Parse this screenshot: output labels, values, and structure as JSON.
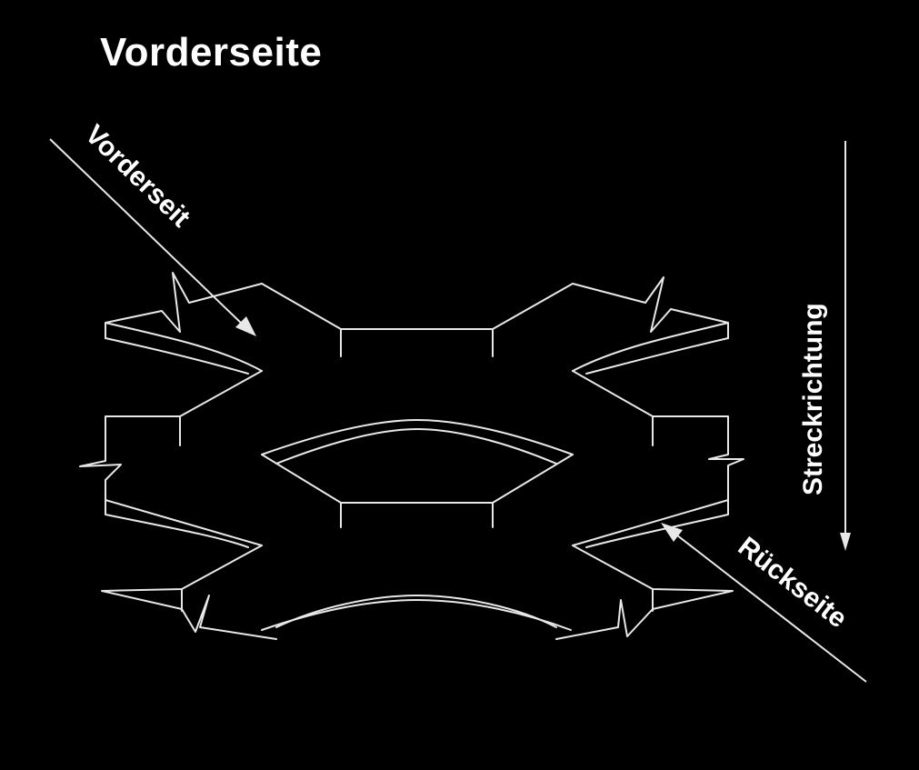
{
  "diagram": {
    "title": "Vorderseite",
    "labels": {
      "front_side": "Vorderseit",
      "stretch_direction": "Streckrichtung",
      "back_side": "Rückseite"
    },
    "colors": {
      "background": "#000000",
      "lines": "#e8e8e8",
      "text": "#ffffff"
    }
  }
}
